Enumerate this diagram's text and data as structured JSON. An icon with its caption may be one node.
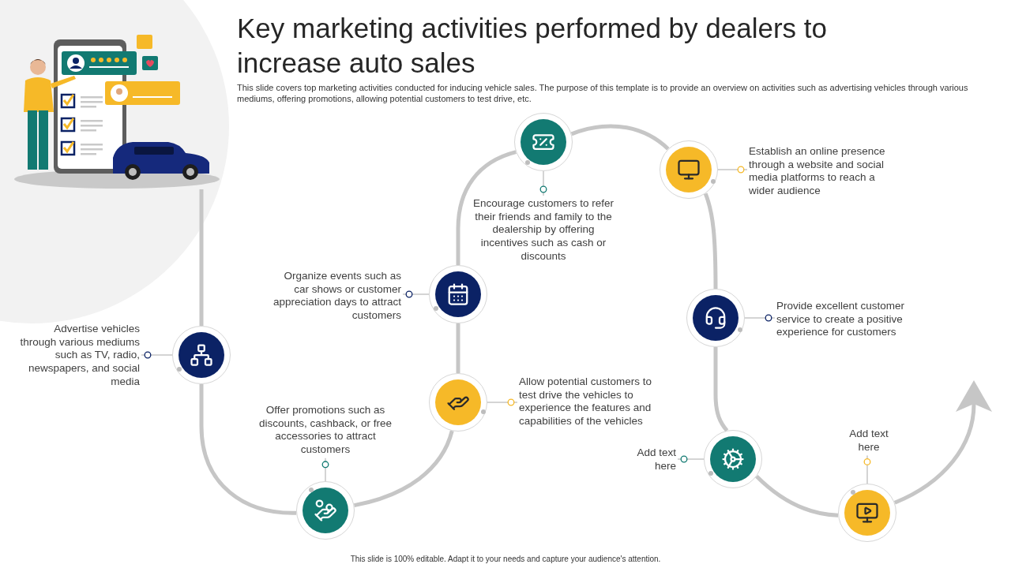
{
  "diagram": {
    "title": "Key marketing activities performed by dealers to increase auto sales",
    "nodes": [
      {
        "text": [],
        "shape": "circle"
      },
      {
        "text": [
          "Advertise vehicles through various mediums such as TV, radio, newspapers, and social media"
        ]
      },
      {
        "text": [],
        "shape": "circle"
      },
      {
        "text": [
          "Offer promotions such as discounts, cashback, or free accessories to attract customers"
        ]
      },
      {
        "text": [],
        "shape": "circle"
      },
      {
        "text": [
          "Allow potential customers to test drive the vehicles to experience the features and capabilities of the vehicles"
        ]
      },
      {
        "text": [],
        "shape": "circle"
      },
      {
        "text": [
          "Organize events such as car shows or customer appreciation days to attract customers"
        ]
      },
      {
        "text": [],
        "shape": "circle"
      },
      {
        "text": [
          "Encourage customers to refer their friends and family to the dealership by offering incentives such as cash or discounts"
        ]
      },
      {
        "text": [],
        "shape": "circle"
      },
      {
        "text": [
          "Establish an online presence through a website and social media platforms to reach a wider audience"
        ]
      },
      {
        "text": [],
        "shape": "circle"
      },
      {
        "text": [
          "Provide excellent customer service to create a positive experience for customers"
        ]
      },
      {
        "text": [],
        "shape": "circle"
      },
      {
        "text": [
          "Add text here"
        ]
      },
      {
        "text": [],
        "shape": "circle"
      },
      {
        "text": [
          "Add text here"
        ]
      },
      {
        "text": [],
        "shape": "picture"
      }
    ],
    "edges": [
      {
        "from": 18,
        "to": 0,
        "arrow": "none"
      },
      {
        "from": 0,
        "to": 2,
        "arrow": "none"
      },
      {
        "from": 2,
        "to": 4,
        "arrow": "none"
      },
      {
        "from": 4,
        "to": 6,
        "arrow": "none"
      },
      {
        "from": 6,
        "to": 8,
        "arrow": "none"
      },
      {
        "from": 8,
        "to": 10,
        "arrow": "none"
      },
      {
        "from": 10,
        "to": 12,
        "arrow": "none"
      },
      {
        "from": 12,
        "to": 14,
        "arrow": "none"
      },
      {
        "from": 14,
        "to": 16,
        "arrow": "none"
      },
      {
        "from": 16,
        "to": null,
        "arrow": "to"
      },
      {
        "from": 1,
        "to": 0,
        "arrow": "other"
      },
      {
        "from": 3,
        "to": 2,
        "arrow": "other"
      },
      {
        "from": 5,
        "to": 4,
        "arrow": "other"
      },
      {
        "from": 7,
        "to": 6,
        "arrow": "other"
      },
      {
        "from": 9,
        "to": 8,
        "arrow": "other"
      },
      {
        "from": 11,
        "to": 10,
        "arrow": "other"
      },
      {
        "from": 13,
        "to": 12,
        "arrow": "other"
      },
      {
        "from": 15,
        "to": 14,
        "arrow": "other"
      },
      {
        "from": 17,
        "to": 16,
        "arrow": "other"
      }
    ],
    "labels": [
      "This slide covers top marketing activities conducted for inducing vehicle sales. The purpose of this template is to provide an overview on activities such as advertising vehicles through various mediums, offering promotions, allowing potential customers to test drive, etc.",
      "This slide is 100% editable. Adapt it to your needs and capture your audience's attention."
    ]
  }
}
